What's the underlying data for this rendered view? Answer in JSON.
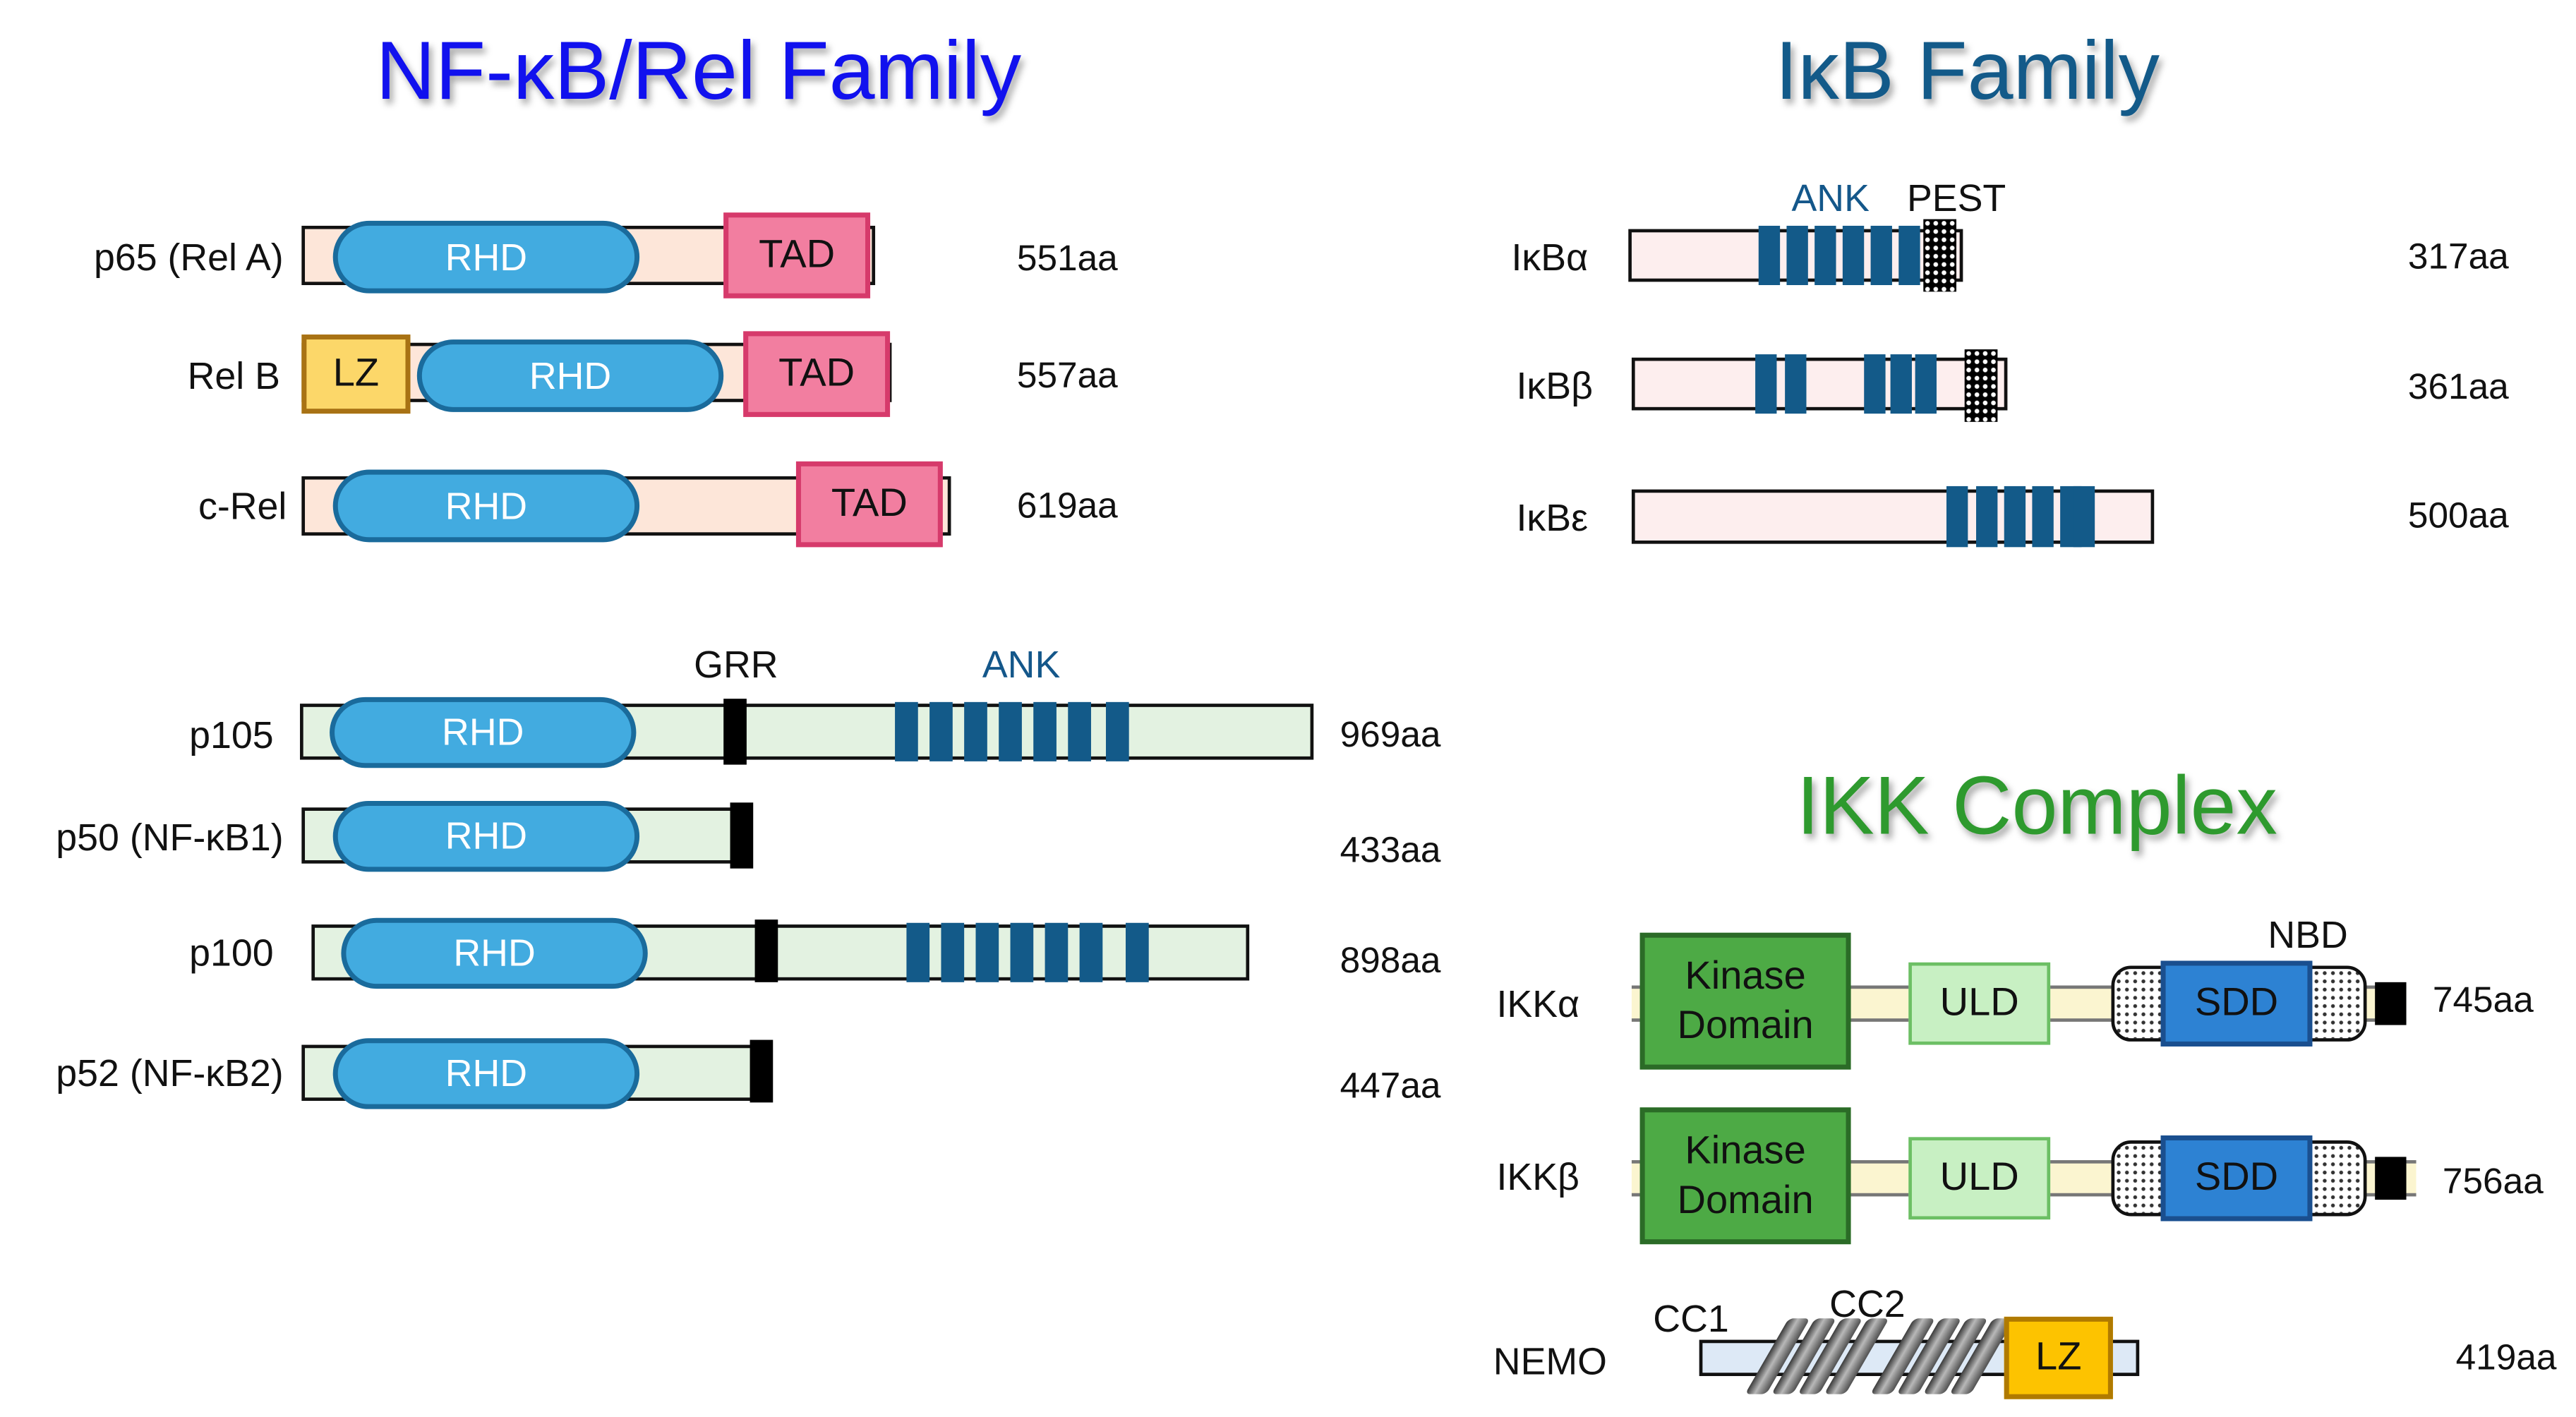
{
  "titles": {
    "nfkb": "NF-κB/Rel Family",
    "ikb": "IκB Family",
    "ikk": "IKK Complex"
  },
  "domains": {
    "rhd": "RHD",
    "tad": "TAD",
    "lz": "LZ",
    "ank": "ANK",
    "grr": "GRR",
    "pest": "PEST",
    "kinase": "Kinase Domain",
    "uld": "ULD",
    "sdd": "SDD",
    "nbd": "NBD",
    "cc1": "CC1",
    "cc2": "CC2"
  },
  "rel": {
    "p65": {
      "name": "p65 (Rel A)",
      "length": "551aa"
    },
    "relb": {
      "name": "Rel B",
      "length": "557aa"
    },
    "crel": {
      "name": "c-Rel",
      "length": "619aa"
    }
  },
  "precursors": {
    "p105": {
      "name": "p105",
      "length": "969aa"
    },
    "p50": {
      "name": "p50 (NF-κB1)",
      "length": "433aa"
    },
    "p100": {
      "name": "p100",
      "length": "898aa"
    },
    "p52": {
      "name": "p52 (NF-κB2)",
      "length": "447aa"
    }
  },
  "ikb": {
    "alpha": {
      "name": "IκBα",
      "length": "317aa"
    },
    "beta": {
      "name": "IκBβ",
      "length": "361aa"
    },
    "epsilon": {
      "name": "IκBε",
      "length": "500aa"
    }
  },
  "ikk": {
    "alpha": {
      "name": "IKKα",
      "length": "745aa"
    },
    "beta": {
      "name": "IKKβ",
      "length": "756aa"
    },
    "nemo": {
      "name": "NEMO",
      "length": "419aa"
    }
  },
  "colors": {
    "rhd": "#42abe0",
    "tad": "#f27ea0",
    "lz": "#fcd769",
    "ank": "#135a89",
    "kinase": "#4daa45",
    "uld": "#c8f0c3",
    "sdd": "#2d82d3",
    "title_nfkb": "#1111ee",
    "title_ikb": "#135a89",
    "title_ikk": "#2e9a2e"
  }
}
